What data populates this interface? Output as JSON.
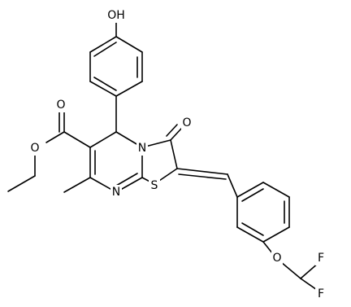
{
  "atoms": {
    "hydroxyl": "OH",
    "ketone_oxygen": "O",
    "ester_carbonyl_oxygen": "O",
    "ester_ether_oxygen": "O",
    "ring_nitrogen": "N",
    "imine_nitrogen": "N",
    "thiazole_sulfur": "S",
    "ether_oxygen": "O",
    "fluorine_top": "F",
    "fluorine_bottom": "F"
  }
}
